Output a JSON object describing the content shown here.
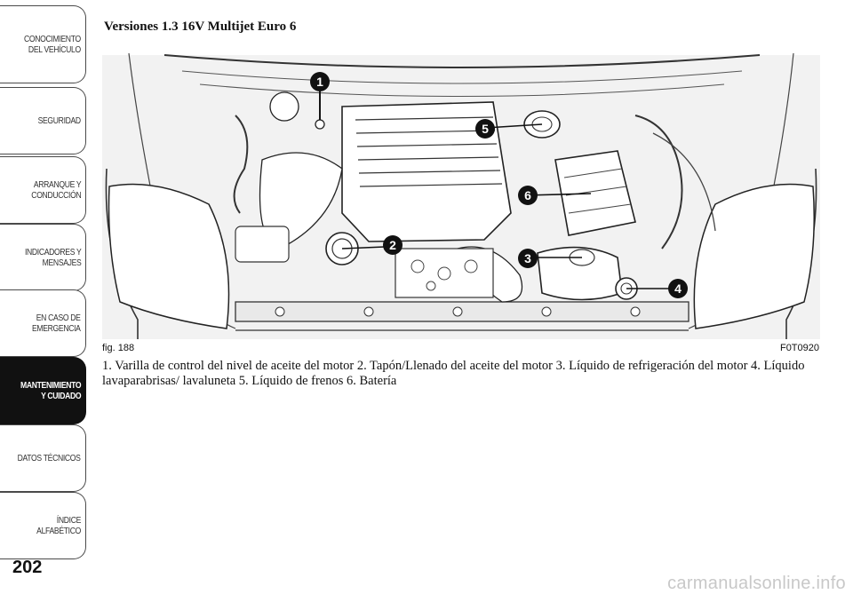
{
  "sidebar": {
    "tabs": [
      {
        "label": "CONOCIMIENTO\nDEL VEHÍCULO",
        "active": false
      },
      {
        "label": "SEGURIDAD",
        "active": false
      },
      {
        "label": "ARRANQUE Y\nCONDUCCIÓN",
        "active": false
      },
      {
        "label": "INDICADORES Y\nMENSAJES",
        "active": false
      },
      {
        "label": "EN CASO DE\nEMERGENCIA",
        "active": false
      },
      {
        "label": "MANTENIMIENTO\nY CUIDADO",
        "active": true
      },
      {
        "label": "DATOS TÉCNICOS",
        "active": false
      },
      {
        "label": "ÍNDICE ALFABÉTICO",
        "active": false
      }
    ]
  },
  "page_number": "202",
  "heading": "Versiones 1.3 16V Multijet Euro 6",
  "figure": {
    "label": "fig. 188",
    "code": "F0T0920",
    "callouts": [
      "1",
      "2",
      "3",
      "4",
      "5",
      "6"
    ]
  },
  "caption": "1. Varilla de control del nivel de aceite del motor 2. Tapón/Llenado del aceite del motor 3. Líquido de refrigeración del motor 4. Líquido lavaparabrisas/ lavaluneta 5. Líquido de frenos 6. Batería",
  "watermark": "carmanualsonline.info"
}
